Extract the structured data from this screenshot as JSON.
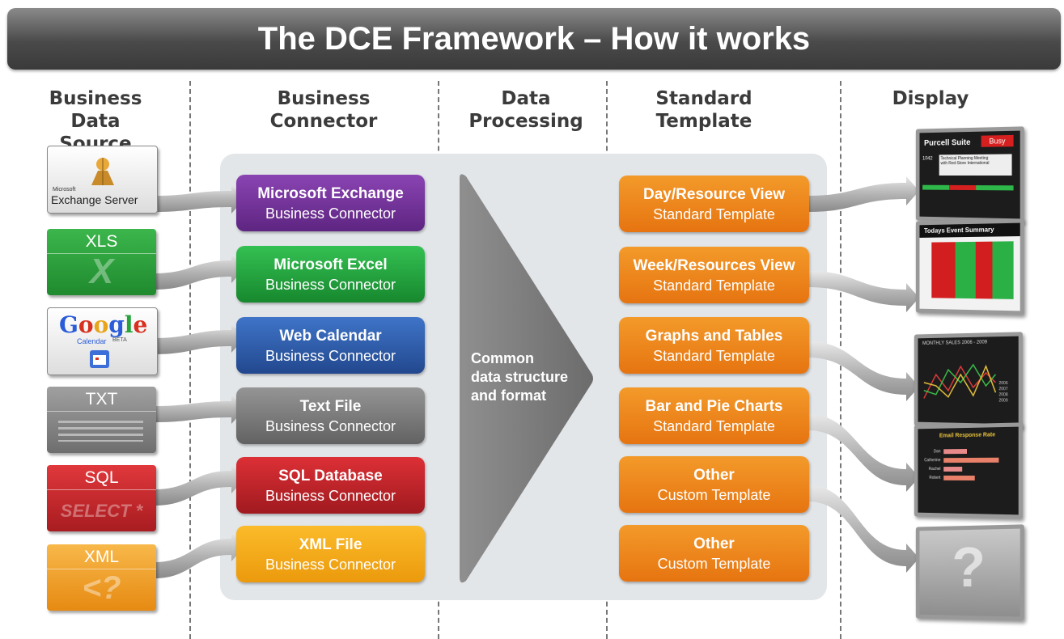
{
  "title": "The DCE Framework – How it works",
  "columns": {
    "source": [
      "Business Data",
      "Source"
    ],
    "connector": [
      "Business",
      "Connector"
    ],
    "processing": [
      "Data",
      "Processing"
    ],
    "template": [
      "Standard",
      "Template"
    ],
    "display": [
      "Display"
    ]
  },
  "sources": {
    "exchange": {
      "small": "Microsoft",
      "label": "Exchange Server"
    },
    "xls": {
      "label": "XLS",
      "glyph": "X",
      "color": "#2a9a3a"
    },
    "google": {
      "label": "Google",
      "sub": "Calendar",
      "beta": "BETA"
    },
    "txt": {
      "label": "TXT",
      "color": "#8a8a8a"
    },
    "sql": {
      "label": "SQL",
      "glyph": "SELECT *",
      "color": "#c8262c"
    },
    "xml": {
      "label": "XML",
      "glyph": "<?",
      "color": "#f0a020"
    }
  },
  "connectors": [
    {
      "title": "Microsoft Exchange",
      "sub": "Business Connector",
      "color": "#6e2f91"
    },
    {
      "title": "Microsoft Excel",
      "sub": "Business Connector",
      "color": "#1e9c3c"
    },
    {
      "title": "Web Calendar",
      "sub": "Business Connector",
      "color": "#2b5ba8"
    },
    {
      "title": "Text File",
      "sub": "Business Connector",
      "color": "#7a7a7a"
    },
    {
      "title": "SQL Database",
      "sub": "Business Connector",
      "color": "#c0252b"
    },
    {
      "title": "XML File",
      "sub": "Business Connector",
      "color": "#f3a31a"
    }
  ],
  "processing": {
    "text": [
      "Common",
      "data structure",
      "and format"
    ]
  },
  "templates": [
    {
      "title": "Day/Resource View",
      "sub": "Standard Template"
    },
    {
      "title": "Week/Resources View",
      "sub": "Standard Template"
    },
    {
      "title": "Graphs and Tables",
      "sub": "Standard Template"
    },
    {
      "title": "Bar and Pie Charts",
      "sub": "Standard Template"
    },
    {
      "title": "Other",
      "sub": "Custom Template"
    },
    {
      "title": "Other",
      "sub": "Custom Template"
    }
  ],
  "displays": {
    "day": {
      "brand": "Purcell Suite",
      "badge": "Busy",
      "line1": "Technical Planning Meeting",
      "line2": "with Red-Store International",
      "time": "1042"
    },
    "week": {
      "title": "Todays Event Summary"
    },
    "graph": {
      "title": "MONTHLY SALES 2006 - 2009",
      "legend": [
        "2006",
        "2007",
        "2008",
        "2009"
      ]
    },
    "bar": {
      "title": "Email Response Rate",
      "names": [
        "Dan",
        "Catherine",
        "Rachel",
        "Robert"
      ]
    },
    "unknown": {
      "glyph": "?"
    }
  }
}
